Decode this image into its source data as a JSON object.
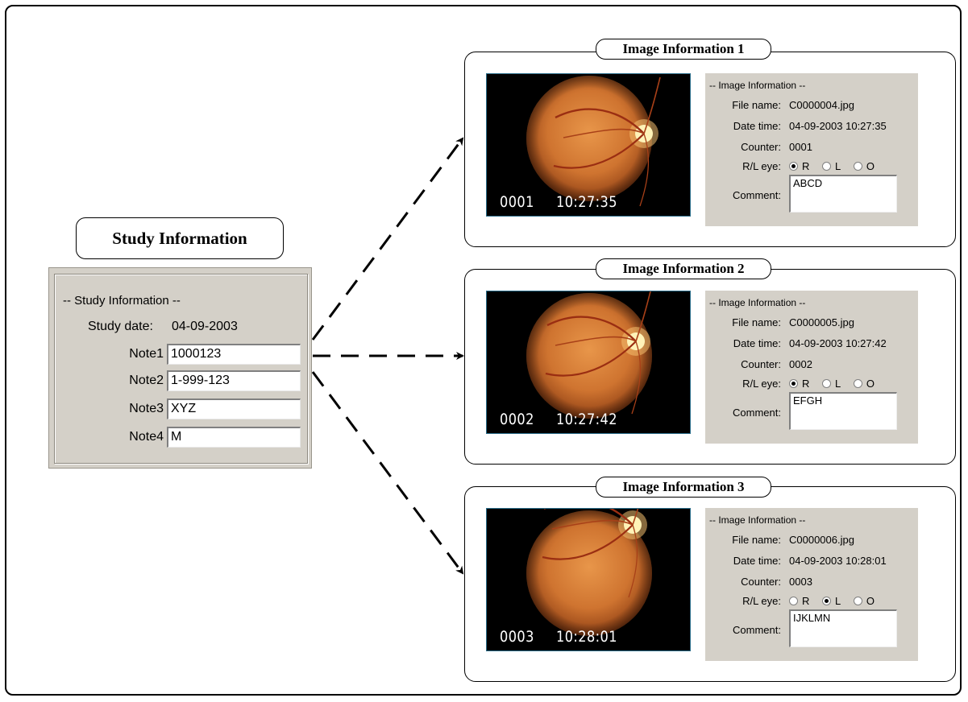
{
  "study": {
    "title": "Study Information",
    "group_title": "-- Study Information --",
    "date_label": "Study date:",
    "date_value": "04-09-2003",
    "notes": [
      {
        "label": "Note1",
        "value": "1000123"
      },
      {
        "label": "Note2",
        "value": "1-999-123"
      },
      {
        "label": "Note3",
        "value": "XYZ"
      },
      {
        "label": "Note4",
        "value": "M"
      }
    ]
  },
  "labels": {
    "group_title": "-- Image Information --",
    "file_name": "File name:",
    "date_time": "Date time:",
    "counter": "Counter:",
    "rl_eye": "R/L eye:",
    "comment": "Comment:",
    "opt_r": "R",
    "opt_l": "L",
    "opt_o": "O"
  },
  "images": [
    {
      "title": "Image Information 1",
      "overlay_counter": "0001",
      "overlay_time": "10:27:35",
      "file_name": "C0000004.jpg",
      "date_time": "04-09-2003 10:27:35",
      "counter": "0001",
      "eye": "R",
      "comment": "ABCD"
    },
    {
      "title": "Image Information 2",
      "overlay_counter": "0002",
      "overlay_time": "10:27:42",
      "file_name": "C0000005.jpg",
      "date_time": "04-09-2003 10:27:42",
      "counter": "0002",
      "eye": "R",
      "comment": "EFGH"
    },
    {
      "title": "Image Information 3",
      "overlay_counter": "0003",
      "overlay_time": "10:28:01",
      "file_name": "C0000006.jpg",
      "date_time": "04-09-2003 10:28:01",
      "counter": "0003",
      "eye": "L",
      "comment": "IJKLMN"
    }
  ]
}
